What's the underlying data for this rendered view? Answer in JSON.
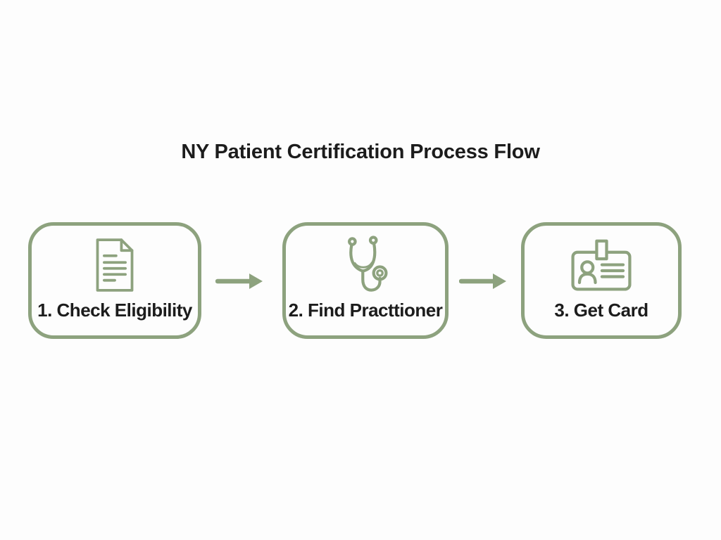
{
  "title": "NY Patient Certification Process Flow",
  "colors": {
    "accent_green": "#8da27e",
    "text_color": "#1c1c1c",
    "background": "#fdfdfd"
  },
  "flow": {
    "connector": "arrow-right",
    "steps": [
      {
        "label": "1. Check Eligibility",
        "icon": "document-icon"
      },
      {
        "label": "2. Find Practtioner",
        "icon": "stethoscope-icon"
      },
      {
        "label": "3. Get Card",
        "icon": "id-card-icon"
      }
    ]
  }
}
